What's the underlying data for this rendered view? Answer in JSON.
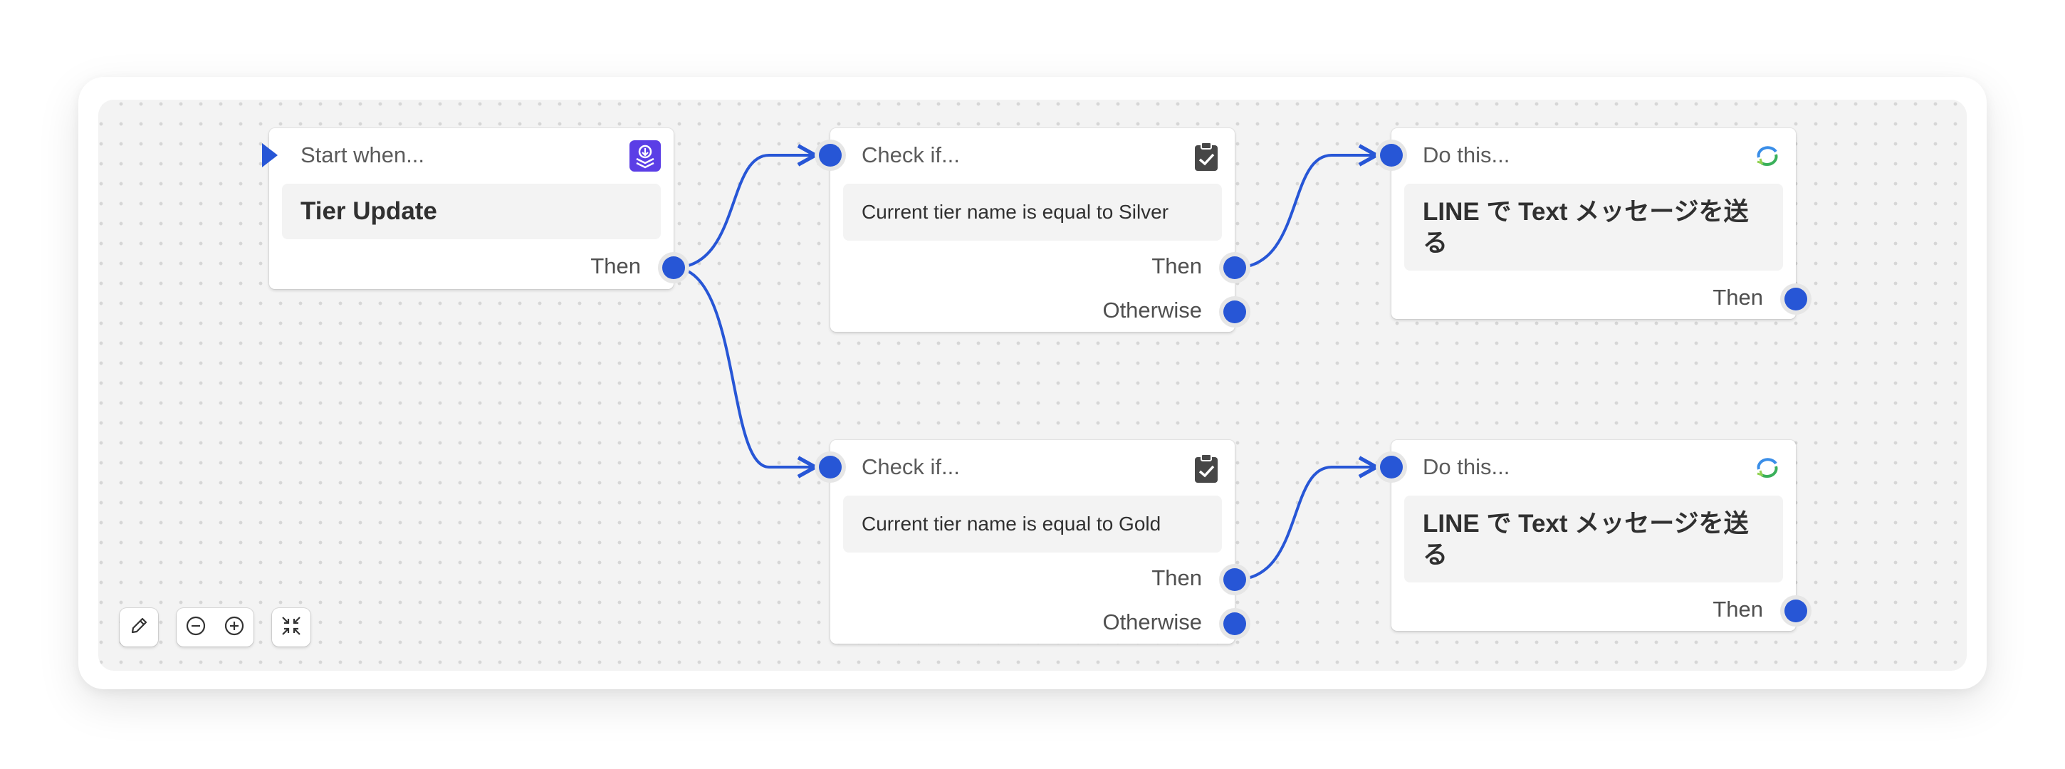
{
  "canvas": {
    "trigger": {
      "header": "Start when...",
      "title": "Tier Update",
      "output": "Then",
      "icon": "stack-icon"
    },
    "check_silver": {
      "header": "Check if...",
      "condition": "Current tier name is equal to Silver",
      "then": "Then",
      "otherwise": "Otherwise",
      "icon": "clipboard-check-icon"
    },
    "check_gold": {
      "header": "Check if...",
      "condition": "Current tier name is equal to Gold",
      "then": "Then",
      "otherwise": "Otherwise",
      "icon": "clipboard-check-icon"
    },
    "action_top": {
      "header": "Do this...",
      "title_line1": "LINE で Text メッセージを送",
      "title_line2": "る",
      "output": "Then",
      "icon": "line-refresh-icon"
    },
    "action_bottom": {
      "header": "Do this...",
      "title_line1": "LINE で Text メッセージを送",
      "title_line2": "る",
      "output": "Then",
      "icon": "line-refresh-icon"
    }
  },
  "toolbar": {
    "edit_icon": "pencil-icon",
    "zoom_out_icon": "zoom-out-icon",
    "zoom_in_icon": "zoom-in-icon",
    "fit_icon": "collapse-icon"
  },
  "colors": {
    "accent": "#2756d6",
    "trigger_icon_bg": "#5b3ee6",
    "canvas_bg": "#f3f3f3"
  }
}
